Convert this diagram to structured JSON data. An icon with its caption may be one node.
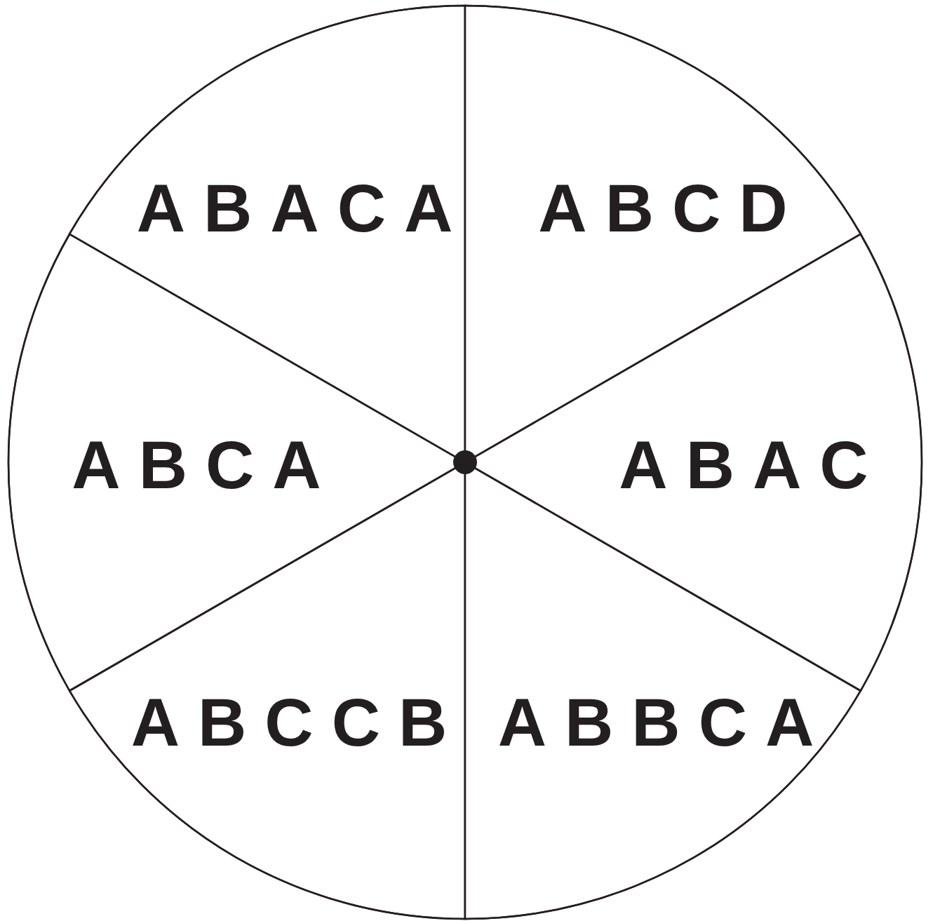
{
  "diagram": {
    "nodes": [
      {
        "text": [],
        "shape": "circle"
      },
      {
        "text": [
          "ABACA"
        ],
        "in": 0
      },
      {
        "text": [
          "ABCD"
        ],
        "in": 0
      },
      {
        "text": [
          "ABCA"
        ],
        "in": 0
      },
      {
        "text": [
          "ABAC"
        ],
        "in": 0
      },
      {
        "text": [
          "ABCCB"
        ],
        "in": 0
      },
      {
        "text": [
          "ABBCA"
        ],
        "in": 0
      }
    ]
  }
}
